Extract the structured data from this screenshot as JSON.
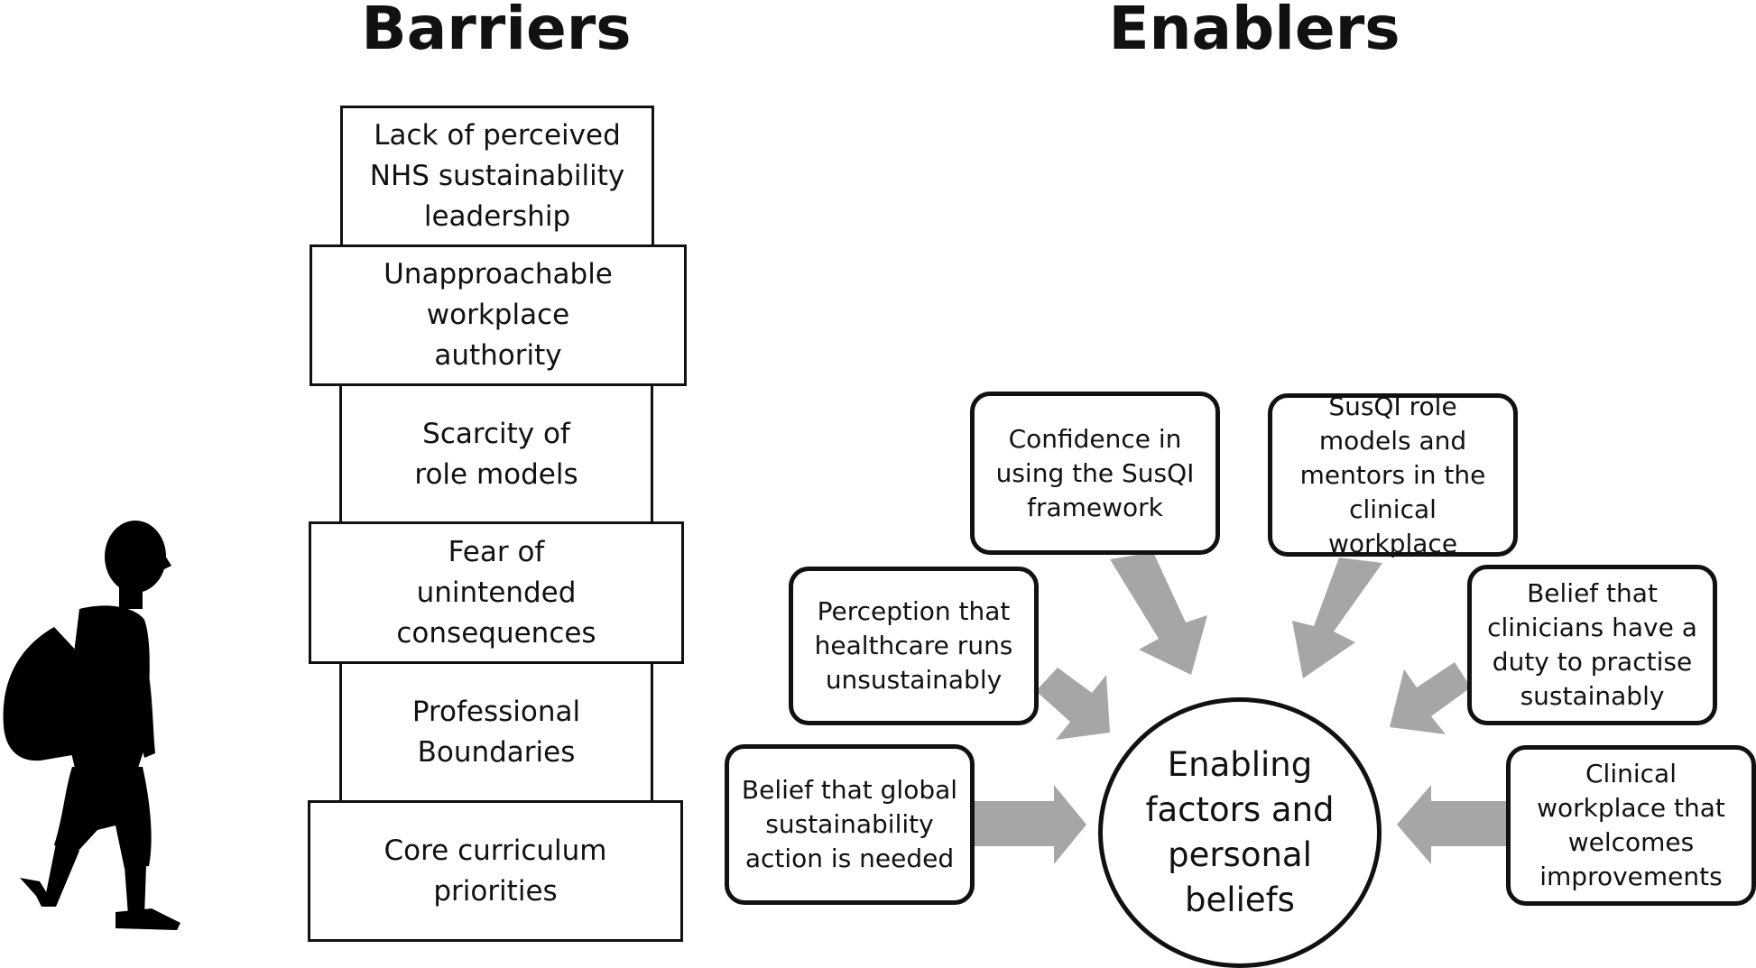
{
  "headings": {
    "barriers": "Barriers",
    "enablers": "Enablers"
  },
  "barriers": [
    "Lack of perceived\nNHS sustainability\nleadership",
    "Unapproachable\nworkplace\nauthority",
    "Scarcity of\nrole models",
    "Fear of\nunintended\nconsequences",
    "Professional\nBoundaries",
    "Core curriculum\npriorities"
  ],
  "enablers": {
    "center": "Enabling\nfactors and\npersonal\nbeliefs",
    "confidence": "Confidence  in\nusing the SusQI\nframework",
    "role_models": "SusQI role\nmodels and\nmentors in the\nclinical workplace",
    "perception": "Perception that\nhealthcare runs\nunsustainably",
    "duty": "Belief that\nclinicians have a\nduty to practise\nsustainably",
    "global": "Belief that global\nsustainability\naction is needed",
    "workplace": "Clinical\nworkplace that\nwelcomes\nimprovements"
  },
  "colors": {
    "arrow": "#a6a6a6",
    "border": "#111111",
    "silhouette": "#000000"
  },
  "icons": {
    "walker": "walking-person-with-backpack-silhouette"
  }
}
